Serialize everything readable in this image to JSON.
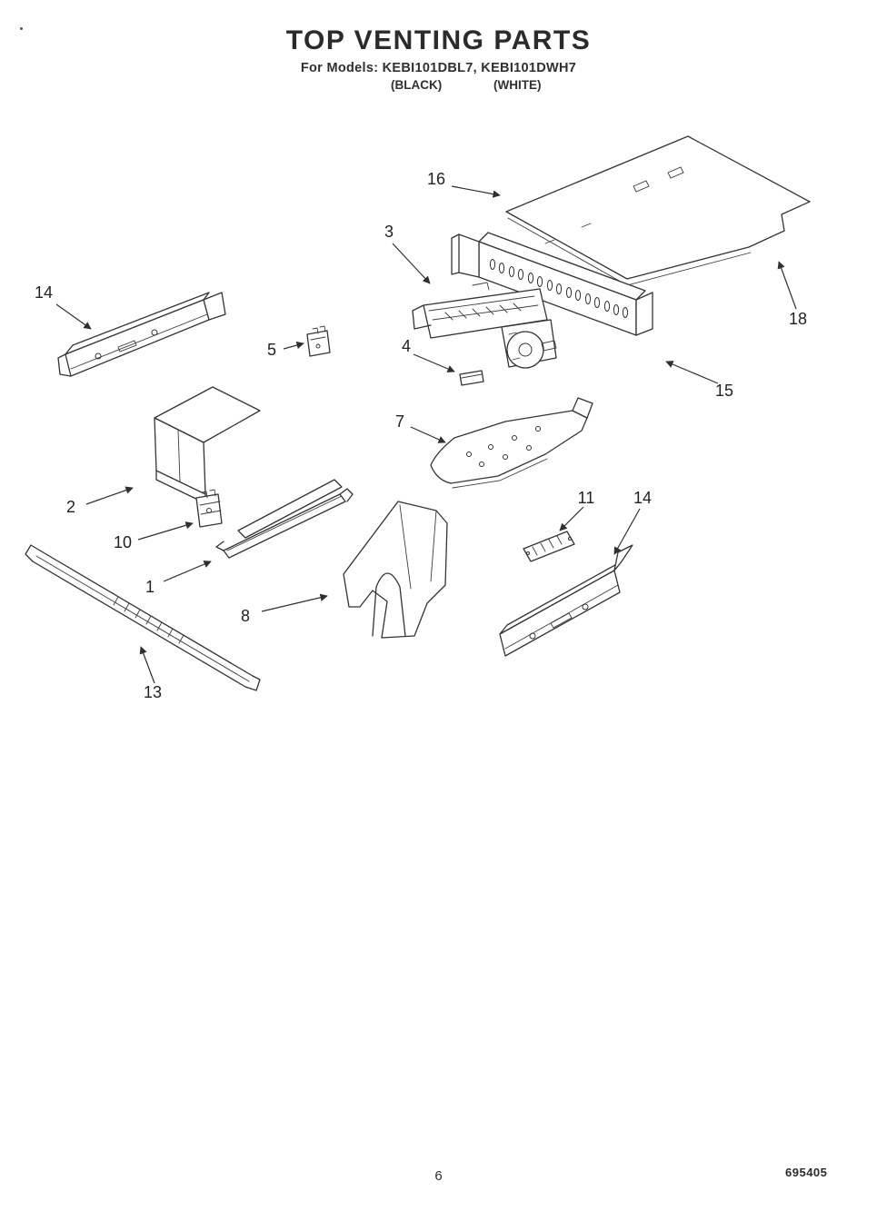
{
  "header": {
    "title": "TOP VENTING PARTS",
    "models_line": "For Models: KEBI101DBL7, KEBI101DWH7",
    "color_left": "(BLACK)",
    "color_right": "(WHITE)"
  },
  "callouts": [
    {
      "label": "16"
    },
    {
      "label": "3"
    },
    {
      "label": "14"
    },
    {
      "label": "5"
    },
    {
      "label": "4"
    },
    {
      "label": "18"
    },
    {
      "label": "15"
    },
    {
      "label": "7"
    },
    {
      "label": "2"
    },
    {
      "label": "10"
    },
    {
      "label": "1"
    },
    {
      "label": "11"
    },
    {
      "label": "14"
    },
    {
      "label": "8"
    },
    {
      "label": "13"
    }
  ],
  "footer": {
    "page_number": "6",
    "doc_number": "695405"
  }
}
